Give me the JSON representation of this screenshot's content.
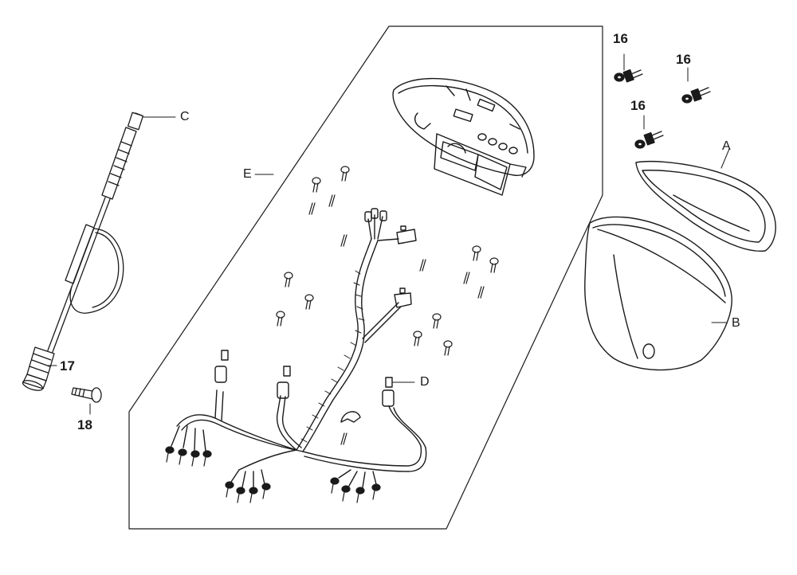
{
  "callouts": {
    "c": "C",
    "e": "E",
    "a": "A",
    "b": "B",
    "d": "D",
    "p16_1": "16",
    "p16_2": "16",
    "p16_3": "16",
    "p17": "17",
    "p18": "18"
  }
}
